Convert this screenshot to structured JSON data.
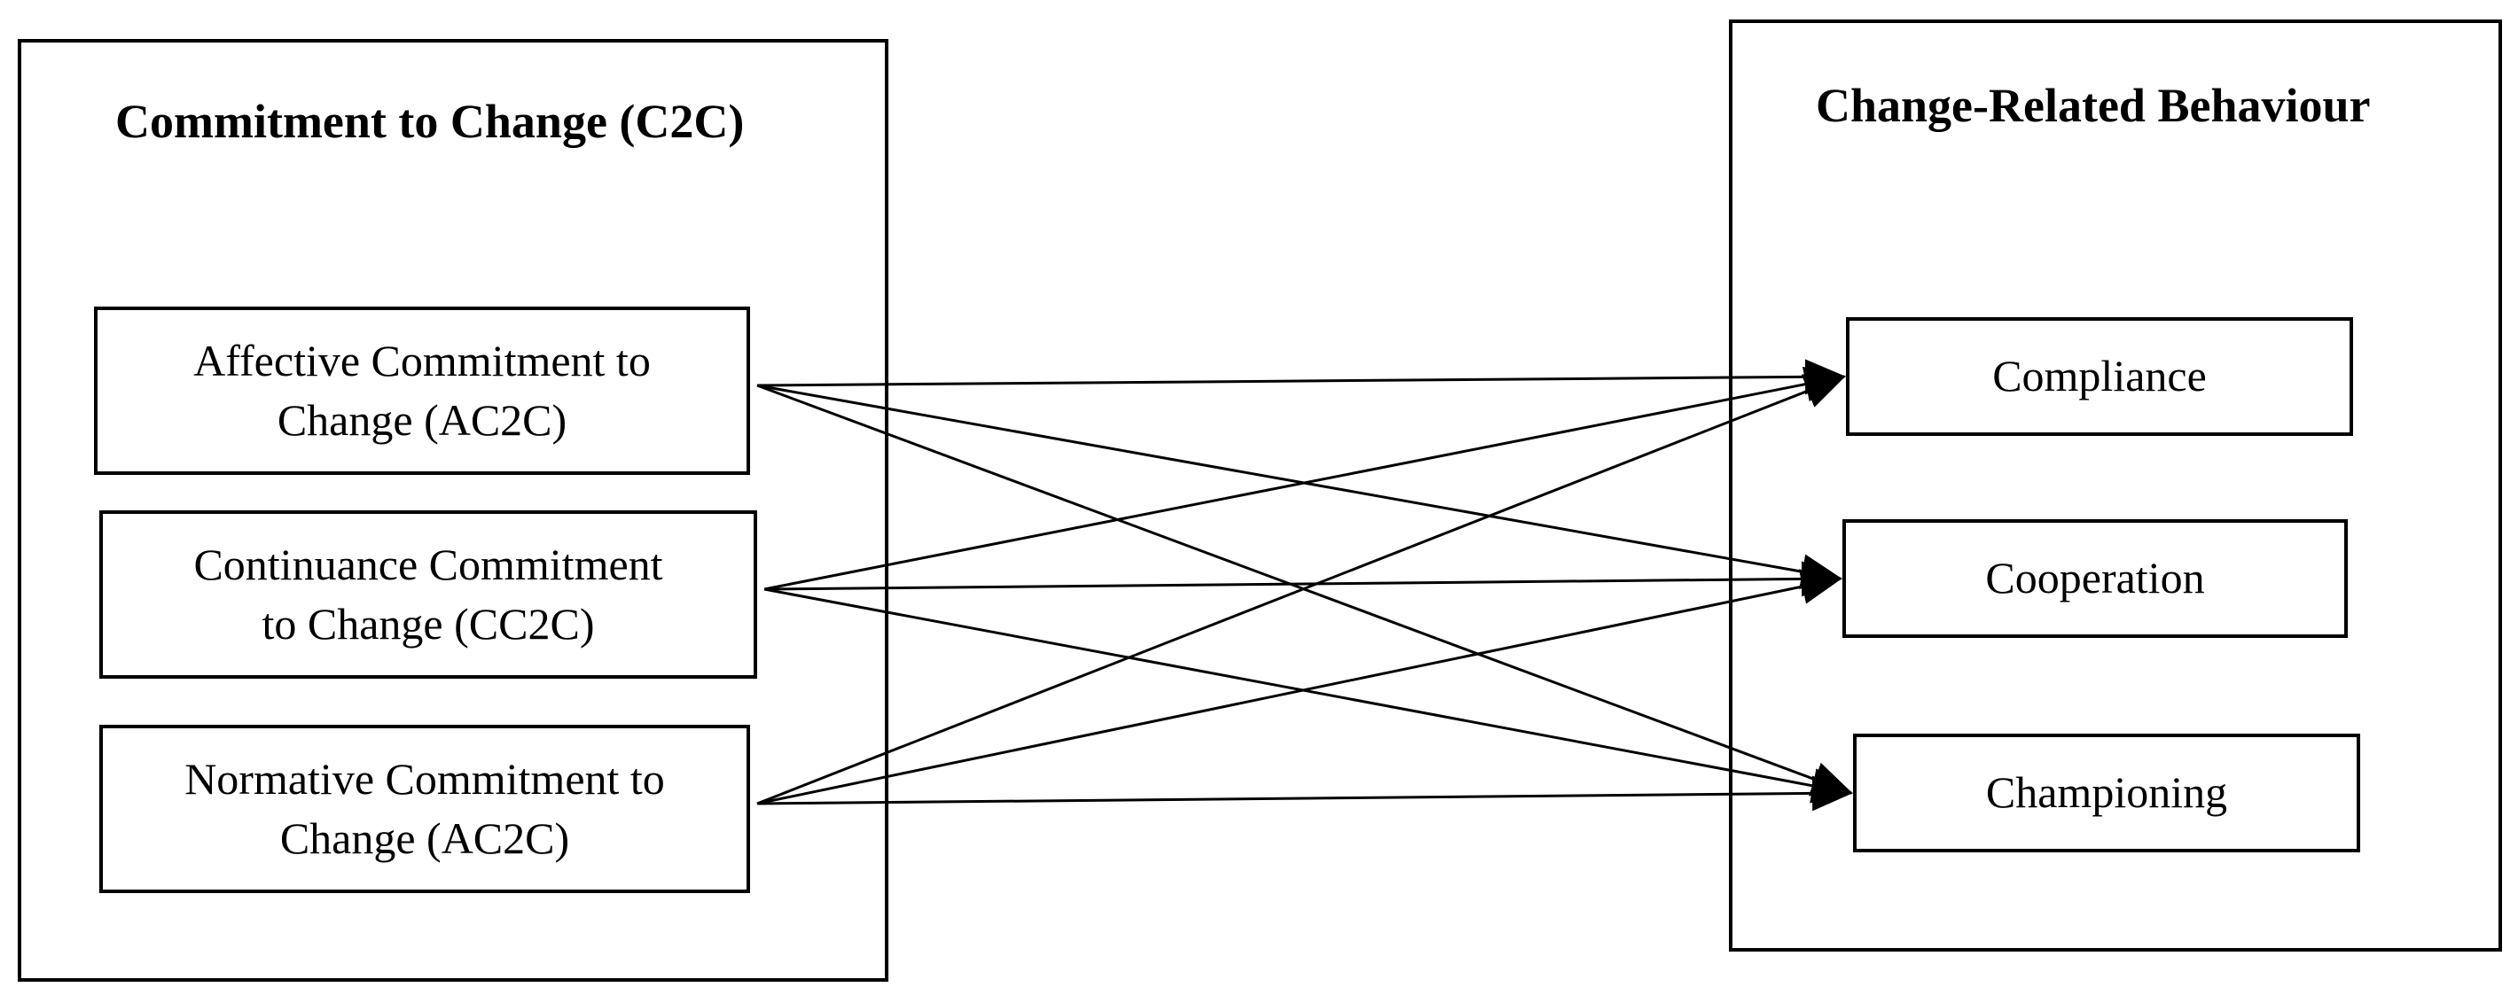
{
  "left_group": {
    "title": "Commitment to Change (C2C)",
    "nodes": [
      {
        "id": "ac2c",
        "line1": "Affective Commitment to",
        "line2": "Change (AC2C)"
      },
      {
        "id": "cc2c",
        "line1": "Continuance Commitment",
        "line2": "to Change (CC2C)"
      },
      {
        "id": "nc2c",
        "line1": "Normative Commitment to",
        "line2": "Change (AC2C)"
      }
    ]
  },
  "right_group": {
    "title": "Change-Related Behaviour",
    "nodes": [
      {
        "id": "compliance",
        "label": "Compliance"
      },
      {
        "id": "cooperation",
        "label": "Cooperation"
      },
      {
        "id": "championing",
        "label": "Championing"
      }
    ]
  },
  "edges": [
    {
      "from": "ac2c",
      "to": "compliance"
    },
    {
      "from": "ac2c",
      "to": "cooperation"
    },
    {
      "from": "ac2c",
      "to": "championing"
    },
    {
      "from": "cc2c",
      "to": "compliance"
    },
    {
      "from": "cc2c",
      "to": "cooperation"
    },
    {
      "from": "cc2c",
      "to": "championing"
    },
    {
      "from": "nc2c",
      "to": "compliance"
    },
    {
      "from": "nc2c",
      "to": "cooperation"
    },
    {
      "from": "nc2c",
      "to": "championing"
    }
  ],
  "colors": {
    "stroke": "#000000",
    "background": "#ffffff"
  }
}
